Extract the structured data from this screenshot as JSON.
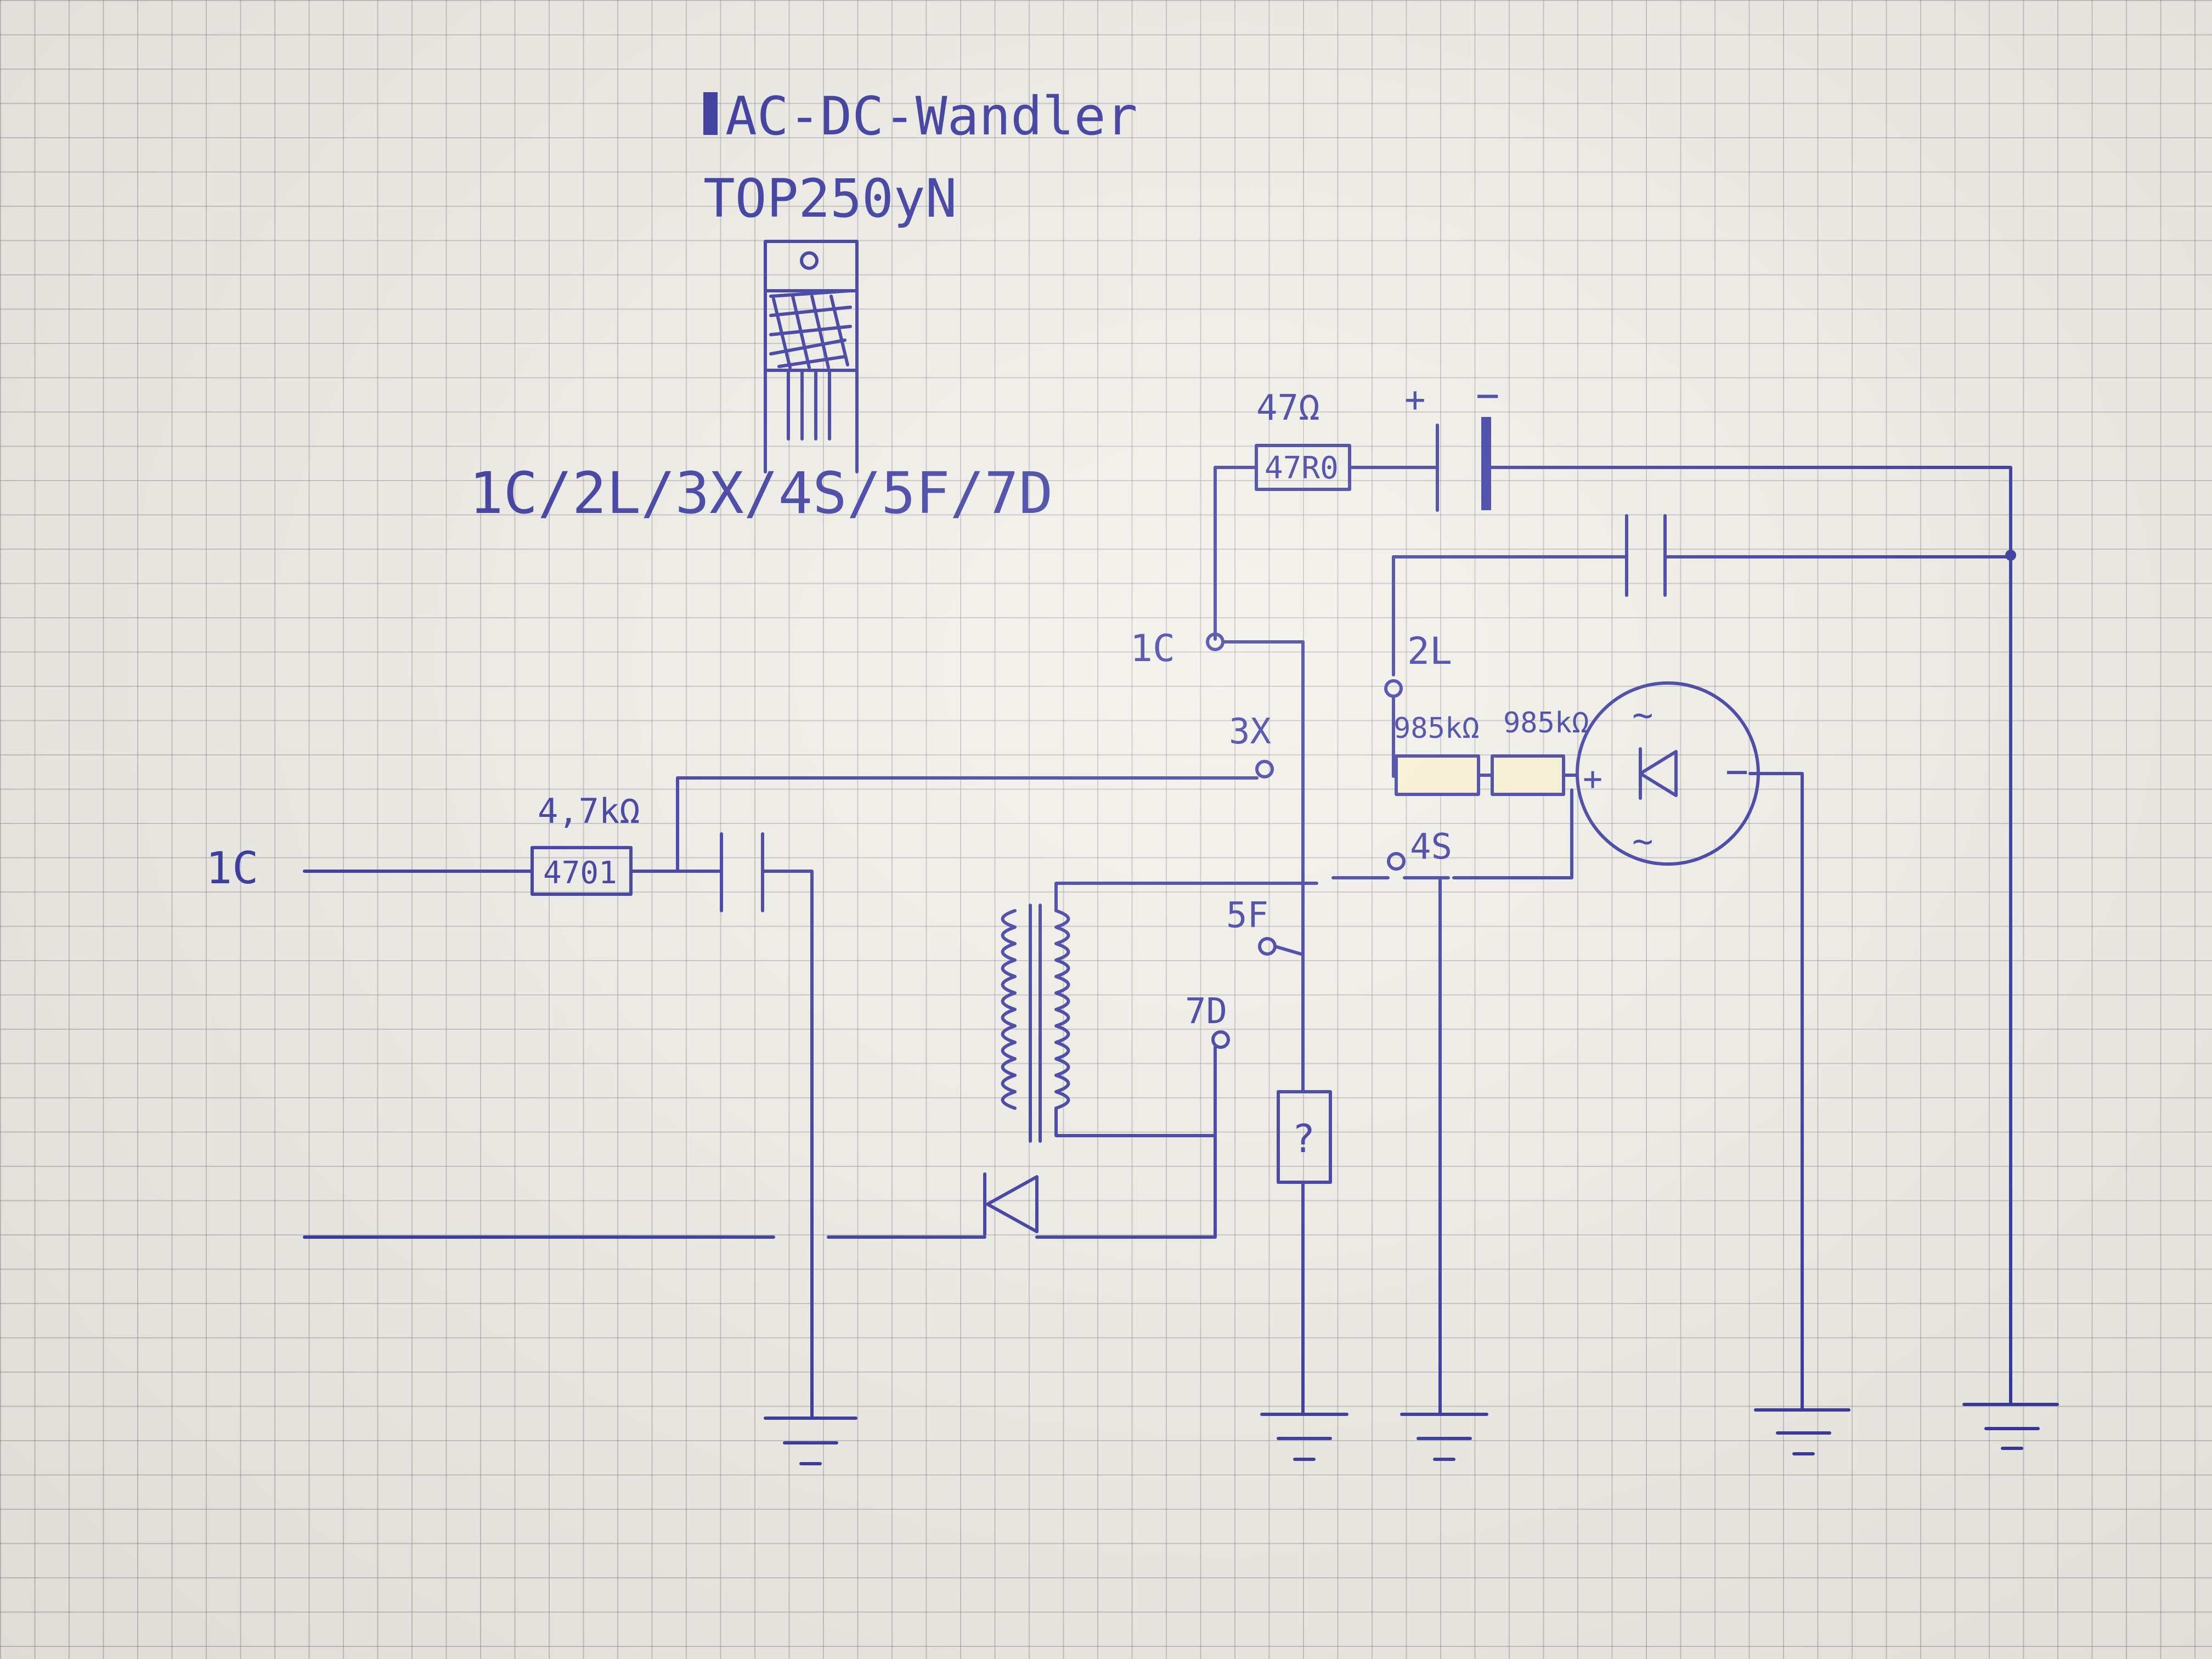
{
  "header": {
    "title": "AC-DC-Wandler",
    "part_number": "TOP250yN",
    "pinout": "1C/2L/3X/4S/5F/7D"
  },
  "components": {
    "r_top_value": "47Ω",
    "r_top_code": "47R0",
    "r_left_value": "4,7kΩ",
    "r_left_code": "4701",
    "r_right1_value": "985kΩ",
    "r_right2_value": "985kΩ",
    "cap_plus": "+",
    "cap_minus": "−",
    "unknown_part": "?",
    "bridge_plus": "+",
    "bridge_minus": "−",
    "bridge_ac_top": "~",
    "bridge_ac_bottom": "~"
  },
  "pins": {
    "p1": "1C",
    "p2": "2L",
    "p3": "3X",
    "p4": "4S",
    "p5": "5F",
    "p7": "7D"
  },
  "inputs": {
    "left_input": "1C"
  }
}
